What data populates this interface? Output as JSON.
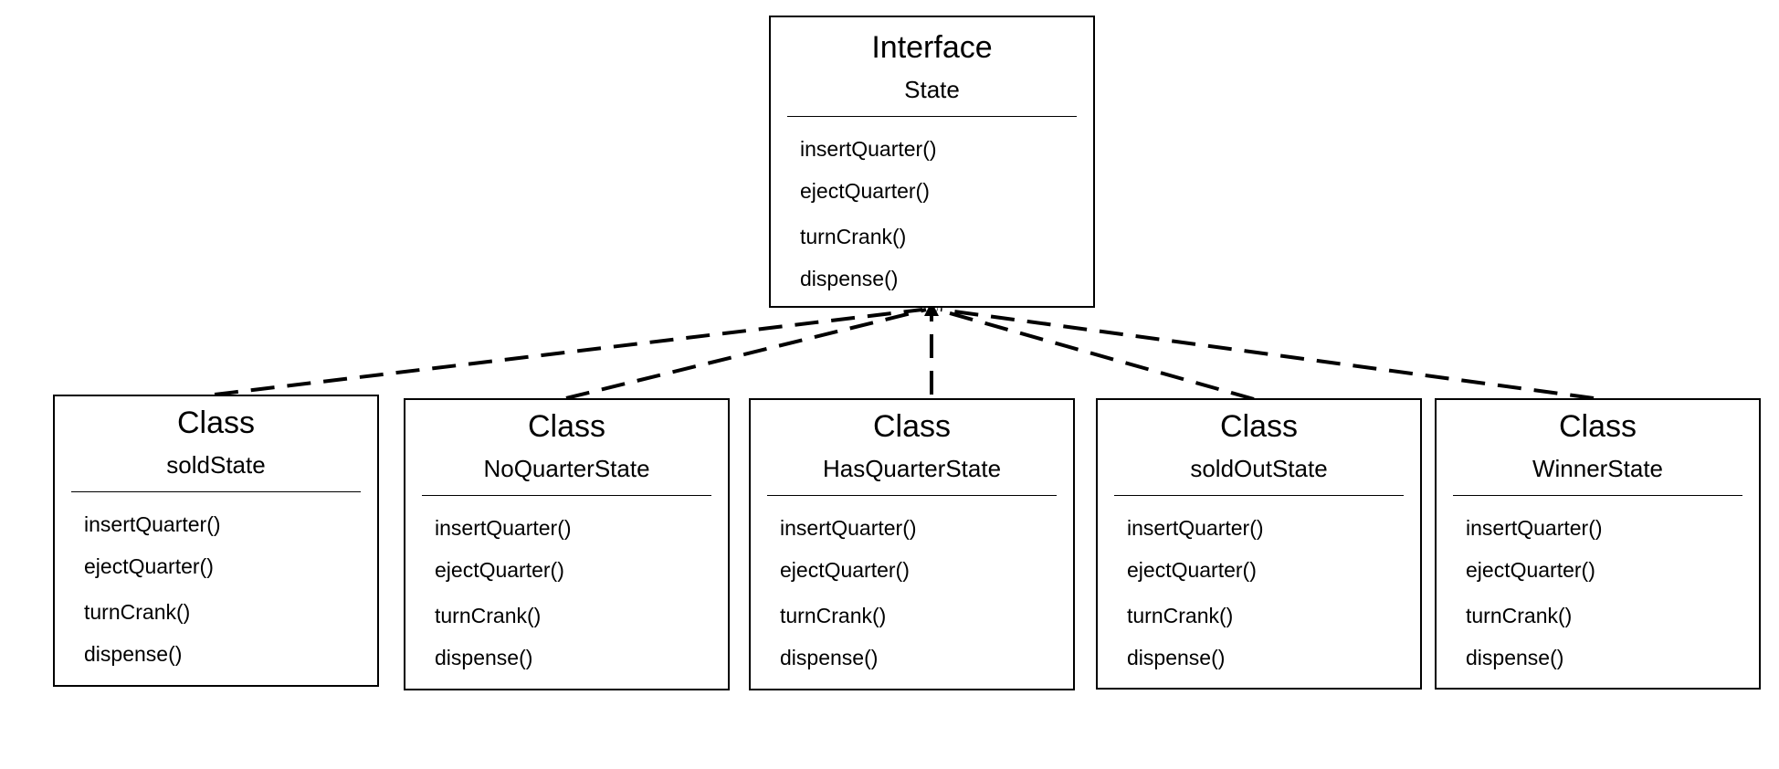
{
  "interface": {
    "stereotype": "Interface",
    "name": "State",
    "methods": [
      "insertQuarter()",
      "ejectQuarter()",
      "turnCrank()",
      "dispense()"
    ]
  },
  "classes": [
    {
      "stereotype": "Class",
      "name": "soldState",
      "methods": [
        "insertQuarter()",
        "ejectQuarter()",
        "turnCrank()",
        "dispense()"
      ]
    },
    {
      "stereotype": "Class",
      "name": "NoQuarterState",
      "methods": [
        "insertQuarter()",
        "ejectQuarter()",
        "turnCrank()",
        "dispense()"
      ]
    },
    {
      "stereotype": "Class",
      "name": "HasQuarterState",
      "methods": [
        "insertQuarter()",
        "ejectQuarter()",
        "turnCrank()",
        "dispense()"
      ]
    },
    {
      "stereotype": "Class",
      "name": "soldOutState",
      "methods": [
        "insertQuarter()",
        "ejectQuarter()",
        "turnCrank()",
        "dispense()"
      ]
    },
    {
      "stereotype": "Class",
      "name": "WinnerState",
      "methods": [
        "insertQuarter()",
        "ejectQuarter()",
        "turnCrank()",
        "dispense()"
      ]
    }
  ],
  "relationships": [
    {
      "from": "soldState",
      "to": "State",
      "type": "realization"
    },
    {
      "from": "NoQuarterState",
      "to": "State",
      "type": "realization"
    },
    {
      "from": "HasQuarterState",
      "to": "State",
      "type": "realization"
    },
    {
      "from": "soldOutState",
      "to": "State",
      "type": "realization"
    },
    {
      "from": "WinnerState",
      "to": "State",
      "type": "realization"
    }
  ]
}
